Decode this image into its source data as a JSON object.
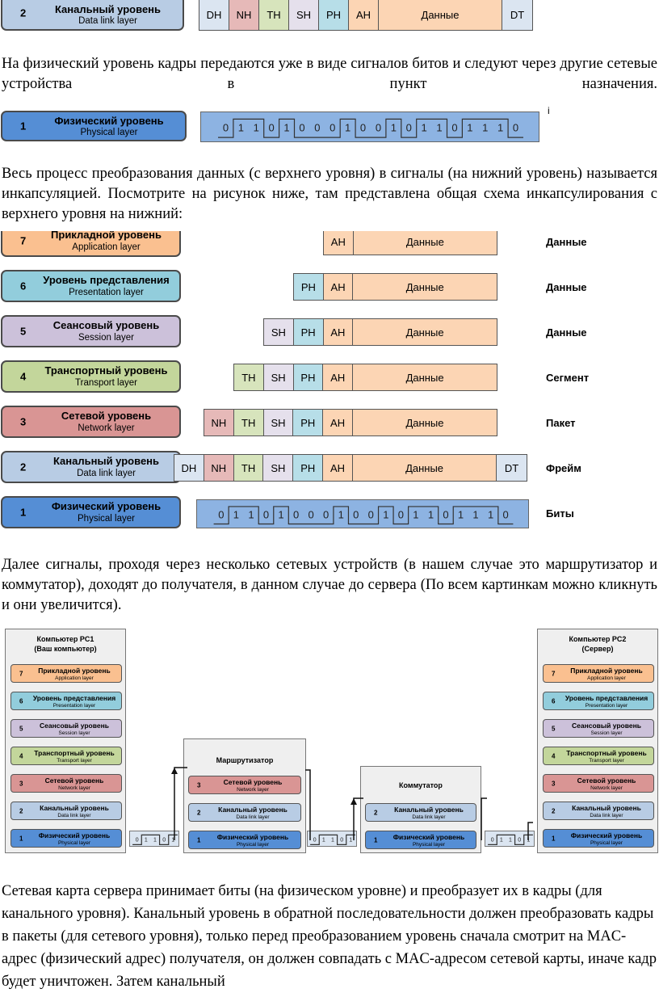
{
  "colors": {
    "application": "#fac090",
    "presentation": "#92cddc",
    "session": "#ccc1da",
    "transport": "#c3d69b",
    "network": "#d99594",
    "datalink": "#b8cce4",
    "physical": "#558ed5",
    "dh": "#dbe5f1",
    "nh": "#e6b9b8",
    "th": "#d7e4bc",
    "sh": "#e5e0ec",
    "ph": "#b7dee8",
    "ah": "#fcd5b4",
    "data": "#fcd5b4",
    "dt": "#dbe5f1",
    "bits": "#8db3e2"
  },
  "fig1": {
    "num": "2",
    "ru": "Канальный уровень",
    "en": "Data link layer",
    "cells": [
      "DH",
      "NH",
      "TH",
      "SH",
      "PH",
      "AH",
      "Данные",
      "DT"
    ]
  },
  "para1": "На физический уровень кадры передаются уже в виде сигналов битов и следуют через другие сетевые устройства в пункт назначения.",
  "fig2": {
    "num": "1",
    "ru": "Физический уровень",
    "en": "Physical layer",
    "bits": [
      "0",
      "1",
      "1",
      "0",
      "1",
      "0",
      "0",
      "0",
      "1",
      "0",
      "0",
      "1",
      "0",
      "1",
      "1",
      "0",
      "1",
      "1",
      "1",
      "0"
    ],
    "info": "i"
  },
  "para2": "Весь процесс преобразования данных (с верхнего уровня) в сигналы (на нижний уровень) называется инкапсуляцией. Посмотрите на рисунок ниже, там представлена общая схема инкапсулирования с верхнего уровня на нижний:",
  "encap": {
    "rows": [
      {
        "num": "7",
        "ru": "Прикладной уровень",
        "en": "Application layer",
        "cells": [
          "AH",
          "Данные"
        ],
        "label": "Данные"
      },
      {
        "num": "6",
        "ru": "Уровень представления",
        "en": "Presentation layer",
        "cells": [
          "PH",
          "AH",
          "Данные"
        ],
        "label": "Данные"
      },
      {
        "num": "5",
        "ru": "Сеансовый уровень",
        "en": "Session layer",
        "cells": [
          "SH",
          "PH",
          "AH",
          "Данные"
        ],
        "label": "Данные"
      },
      {
        "num": "4",
        "ru": "Транспортный уровень",
        "en": "Transport layer",
        "cells": [
          "TH",
          "SH",
          "PH",
          "AH",
          "Данные"
        ],
        "label": "Сегмент"
      },
      {
        "num": "3",
        "ru": "Сетевой уровень",
        "en": "Network layer",
        "cells": [
          "NH",
          "TH",
          "SH",
          "PH",
          "AH",
          "Данные"
        ],
        "label": "Пакет"
      },
      {
        "num": "2",
        "ru": "Канальный уровень",
        "en": "Data link layer",
        "cells": [
          "DH",
          "NH",
          "TH",
          "SH",
          "PH",
          "AH",
          "Данные",
          "DT"
        ],
        "label": "Фрейм"
      },
      {
        "num": "1",
        "ru": "Физический уровень",
        "en": "Physical layer",
        "bits": [
          "0",
          "1",
          "1",
          "0",
          "1",
          "0",
          "0",
          "0",
          "1",
          "0",
          "0",
          "1",
          "0",
          "1",
          "1",
          "0",
          "1",
          "1",
          "1",
          "0"
        ],
        "label": "Биты"
      }
    ]
  },
  "para3": "Далее сигналы, проходя через несколько сетевых устройств (в нашем случае это маршрутизатор и коммутатор), доходят до получателя, в данном случае до сервера (По всем картинкам можно кликнуть и они увеличится).",
  "net": {
    "pc1": {
      "title": "Компьютер PC1",
      "sub": "(Ваш компьютер)"
    },
    "pc2": {
      "title": "Компьютер PC2",
      "sub": "(Сервер)"
    },
    "router": {
      "title": "Маршрутизатор"
    },
    "switch": {
      "title": "Коммутатор"
    },
    "layers": [
      {
        "num": "7",
        "ru": "Прикладной уровень",
        "en": "Application layer"
      },
      {
        "num": "6",
        "ru": "Уровень представления",
        "en": "Presentation layer"
      },
      {
        "num": "5",
        "ru": "Сеансовый уровень",
        "en": "Session layer"
      },
      {
        "num": "4",
        "ru": "Транспортный уровень",
        "en": "Transport layer"
      },
      {
        "num": "3",
        "ru": "Сетевой уровень",
        "en": "Network layer"
      },
      {
        "num": "2",
        "ru": "Канальный уровень",
        "en": "Data link layer"
      },
      {
        "num": "1",
        "ru": "Физический уровень",
        "en": "Physical layer"
      }
    ],
    "bits": [
      "0",
      "1",
      "1",
      "0",
      "1"
    ]
  },
  "para4": "Сетевая карта сервера принимает биты (на физическом уровне) и преобразует их в кадры (для канального уровня). Канальный уровень в обратной последовательности должен преобразовать кадры в пакеты (для сетевого уровня), только перед преобразованием уровень сначала смотрит на MAC-адрес (физический адрес) получателя, он должен совпадать с MAC-адресом сетевой карты, иначе кадр будет уничтожен. Затем канальный"
}
